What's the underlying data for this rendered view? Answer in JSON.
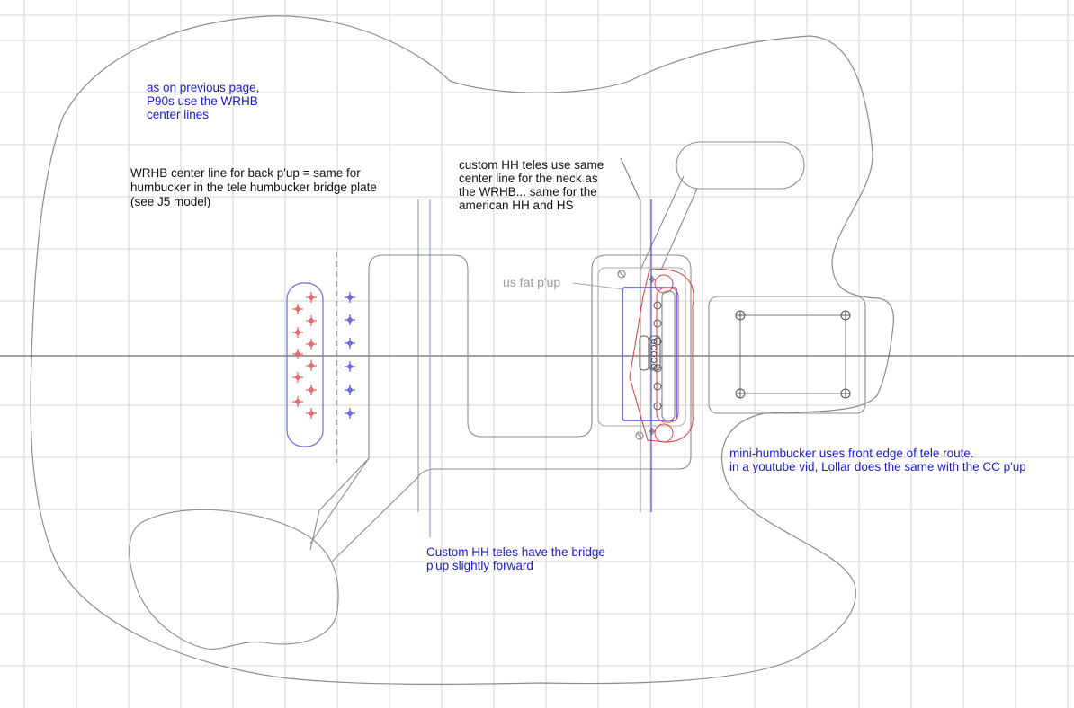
{
  "colors": {
    "grid": "#d4d4d4",
    "body_outline": "#8c8c8c",
    "centerline": "#444444",
    "black_text": "#111111",
    "blue": "#1a1ad6",
    "red": "#e03c3c",
    "gray_text": "#9a9a9a"
  },
  "annotations": {
    "p90_note": [
      "as on previous page,",
      "P90s use the WRHB",
      "center lines"
    ],
    "wrhb_note": [
      "WRHB center line for back p'up = same for",
      "humbucker in the tele humbucker bridge plate",
      "(see J5 model)"
    ],
    "custom_hh_neck_note": [
      "custom HH teles use same",
      "center line for the neck as",
      "the WRHB... same for the",
      "american HH and HS"
    ],
    "us_fat_pup_label": "us fat p'up",
    "mini_humbucker_note": [
      "mini-humbucker uses front edge of tele route.",
      "in a youtube vid, Lollar does the same with the CC p'up"
    ],
    "custom_hh_bridge_note": [
      "Custom HH teles have the bridge",
      "p'up slightly forward"
    ]
  }
}
